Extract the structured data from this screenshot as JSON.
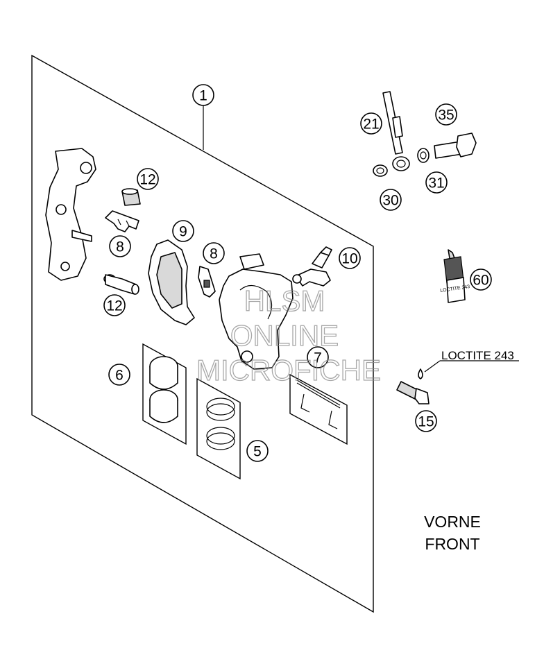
{
  "diagram": {
    "callouts": [
      {
        "id": "c1",
        "label": "1"
      },
      {
        "id": "c21",
        "label": "21"
      },
      {
        "id": "c35",
        "label": "35"
      },
      {
        "id": "c30",
        "label": "30"
      },
      {
        "id": "c31",
        "label": "31"
      },
      {
        "id": "c12a",
        "label": "12"
      },
      {
        "id": "c8a",
        "label": "8"
      },
      {
        "id": "c9",
        "label": "9"
      },
      {
        "id": "c8b",
        "label": "8"
      },
      {
        "id": "c10",
        "label": "10"
      },
      {
        "id": "c12b",
        "label": "12"
      },
      {
        "id": "c60",
        "label": "60"
      },
      {
        "id": "c6",
        "label": "6"
      },
      {
        "id": "c7",
        "label": "7"
      },
      {
        "id": "c15",
        "label": "15"
      },
      {
        "id": "c5",
        "label": "5"
      }
    ],
    "loctite_label": "LOCTITE 243",
    "bottle_label": "LOCTITE 243",
    "direction_line1": "VORNE",
    "direction_line2": "FRONT",
    "watermark_lines": [
      "HLSM",
      "ONLINE",
      "MICROFICHE"
    ]
  }
}
